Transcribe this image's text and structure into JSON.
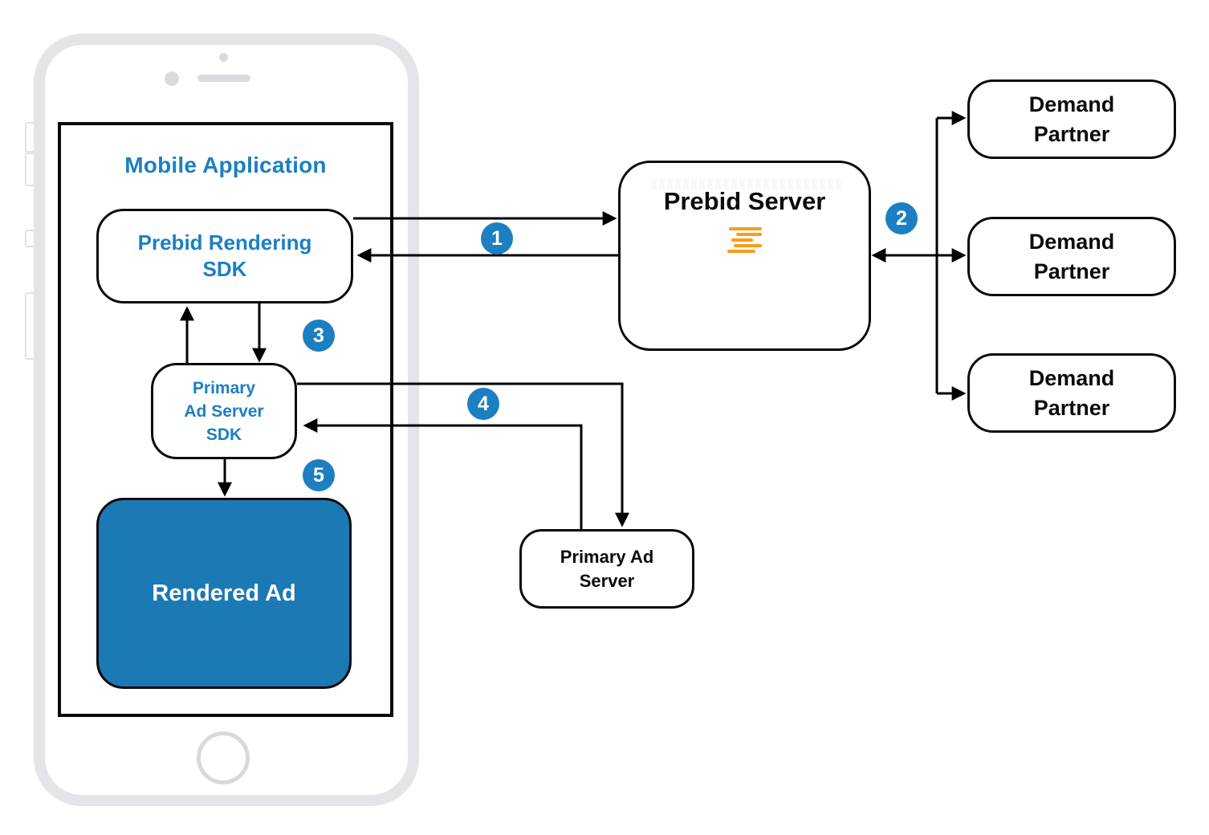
{
  "mobile_app": {
    "title": "Mobile Application"
  },
  "nodes": {
    "prebid_rendering_sdk": {
      "lines": [
        "Prebid Rendering",
        "SDK"
      ]
    },
    "primary_ad_server_sdk": {
      "lines": [
        "Primary",
        "Ad Server",
        "SDK"
      ]
    },
    "rendered_ad": {
      "label": "Rendered Ad"
    },
    "prebid_server": {
      "label": "Prebid Server"
    },
    "primary_ad_server": {
      "lines": [
        "Primary Ad",
        "Server"
      ]
    }
  },
  "demand_partners": [
    {
      "lines": [
        "Demand",
        "Partner"
      ]
    },
    {
      "lines": [
        "Demand",
        "Partner"
      ]
    },
    {
      "lines": [
        "Demand",
        "Partner"
      ]
    }
  ],
  "steps": [
    "1",
    "2",
    "3",
    "4",
    "5"
  ],
  "icons": {
    "prebid_logo": "prebid-lines-logo"
  },
  "colors": {
    "accent_blue": "#1c7fc2",
    "rendered_ad_fill": "#1b79b4",
    "logo_orange": "#f99d1c",
    "phone_gray": "#e3e5e8",
    "line_black": "#000000"
  }
}
